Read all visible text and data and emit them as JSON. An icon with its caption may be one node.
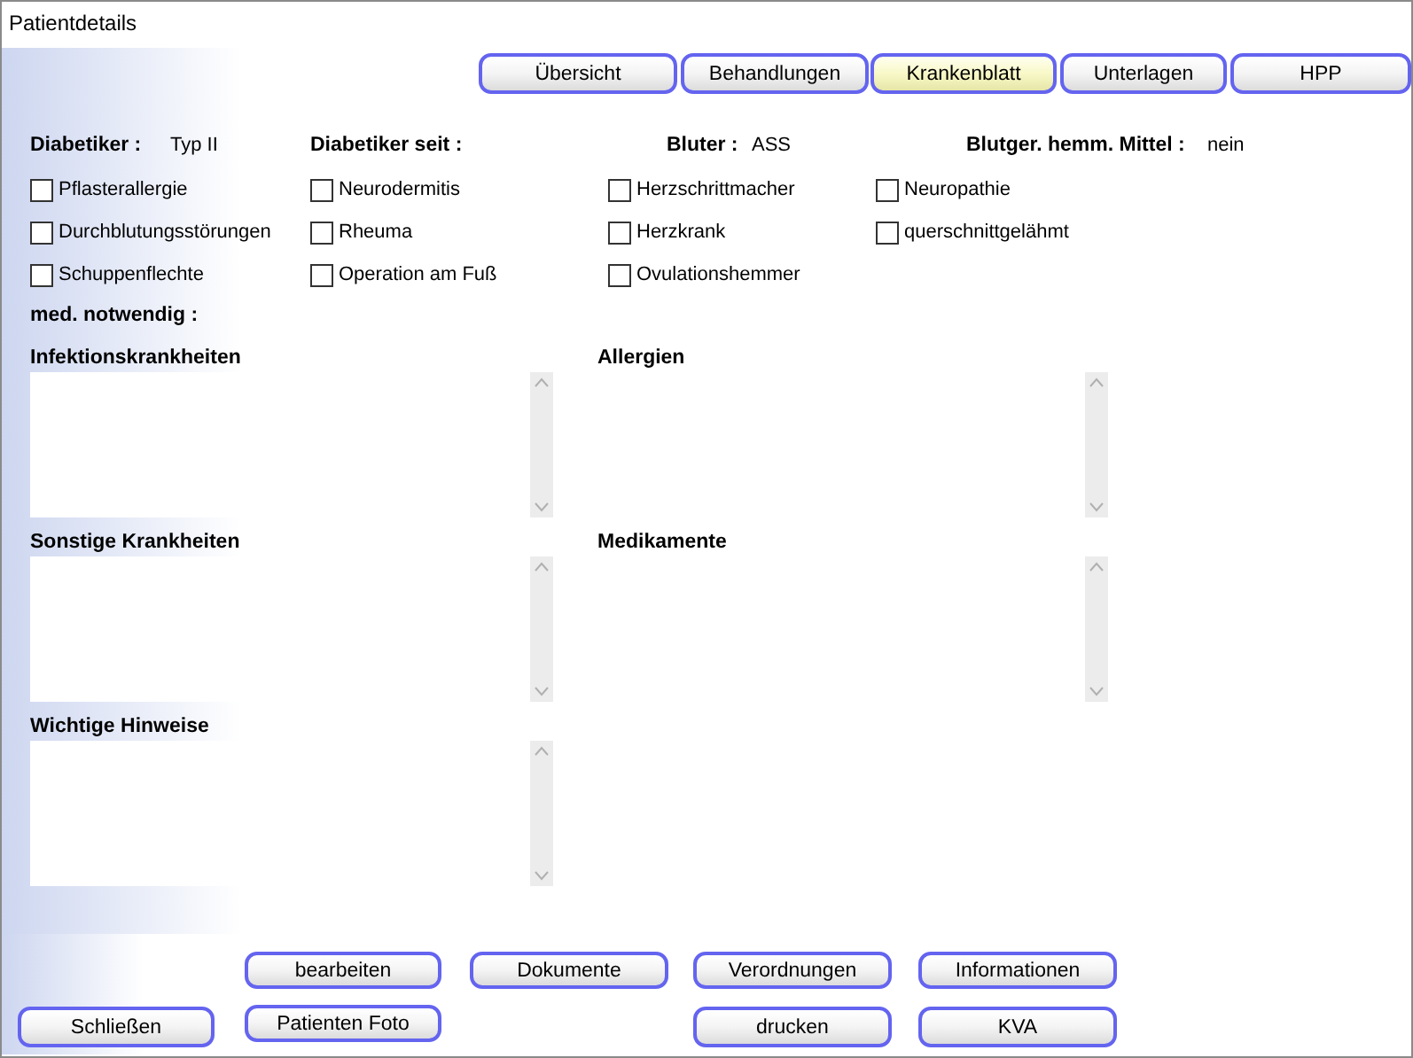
{
  "diagram": {
    "title": "Patientdetails",
    "nodes": [
      {
        "text": [
          "Übersicht"
        ]
      },
      {
        "text": [
          "Behandlungen"
        ]
      },
      {
        "text": [
          "Krankenblatt"
        ]
      },
      {
        "text": [
          "Unterlagen"
        ]
      },
      {
        "text": [
          "HPP"
        ]
      },
      {
        "text": [
          "bearbeiten"
        ]
      },
      {
        "text": [
          "Dokumente"
        ]
      },
      {
        "text": [
          "Verordnungen"
        ]
      },
      {
        "text": [
          "Informationen"
        ]
      },
      {
        "text": [
          "Schließen"
        ]
      },
      {
        "text": [
          "Patienten Foto"
        ]
      },
      {
        "text": [
          "drucken"
        ]
      },
      {
        "text": [
          "KVA"
        ]
      }
    ],
    "labels": [
      "Diabetiker :",
      "Typ II",
      "Diabetiker seit :",
      "Bluter :",
      "ASS",
      "Blutger. hemm. Mittel :",
      "nein",
      "Pflasterallergie",
      "Neurodermitis",
      "Herzschrittmacher",
      "Neuropathie",
      "Durchblutungsstörungen",
      "Rheuma",
      "Herzkrank",
      "querschnittgelähmt",
      "Schuppenflechte",
      "Operation am Fuß",
      "Ovulationshemmer",
      "med. notwendig :",
      "Infektionskrankheiten",
      "Allergien",
      "Sonstige Krankheiten",
      "Medikamente",
      "Wichtige Hinweise"
    ]
  }
}
